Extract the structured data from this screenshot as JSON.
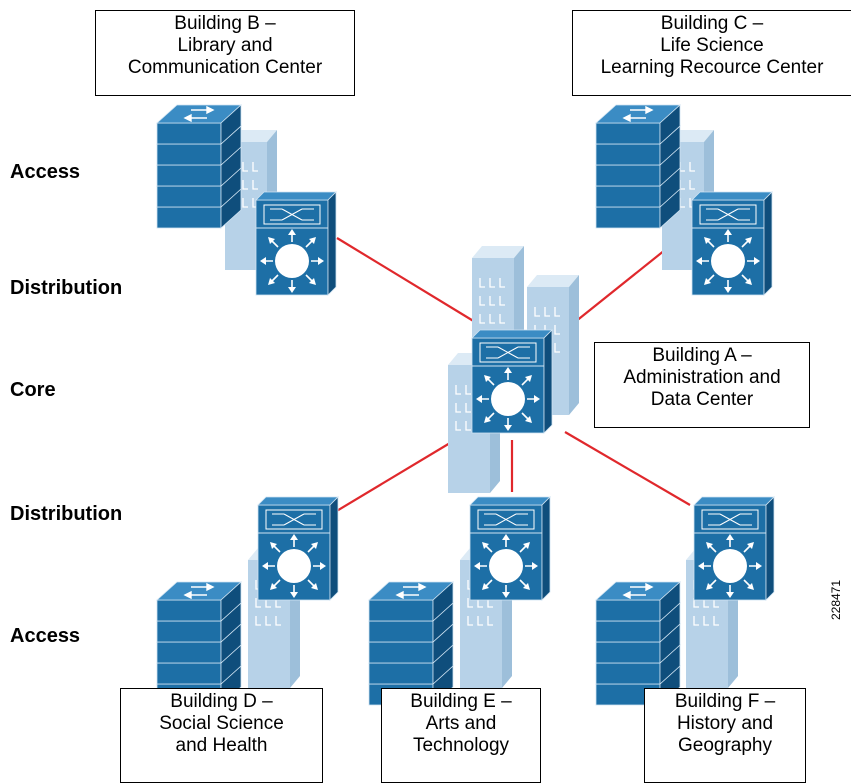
{
  "layers": {
    "access_top": "Access",
    "distribution_top": "Distribution",
    "core": "Core",
    "distribution_bottom": "Distribution",
    "access_bottom": "Access"
  },
  "buildings": {
    "a": {
      "line1": "Building A –",
      "line2": "Administration and",
      "line3": "Data Center"
    },
    "b": {
      "line1": "Building B –",
      "line2": "Library and",
      "line3": "Communication Center"
    },
    "c": {
      "line1": "Building C –",
      "line2": "Life Science",
      "line3": "Learning Recource Center"
    },
    "d": {
      "line1": "Building D –",
      "line2": "Social Science",
      "line3": "and Health"
    },
    "e": {
      "line1": "Building E –",
      "line2": "Arts and",
      "line3": "Technology"
    },
    "f": {
      "line1": "Building F –",
      "line2": "History and",
      "line3": "Geography"
    }
  },
  "figure_code": "228471",
  "colors": {
    "switch": "#1D6FA6",
    "switch_dark": "#0F4E7C",
    "building": "#B7D2E8",
    "link": "#E0282C"
  }
}
